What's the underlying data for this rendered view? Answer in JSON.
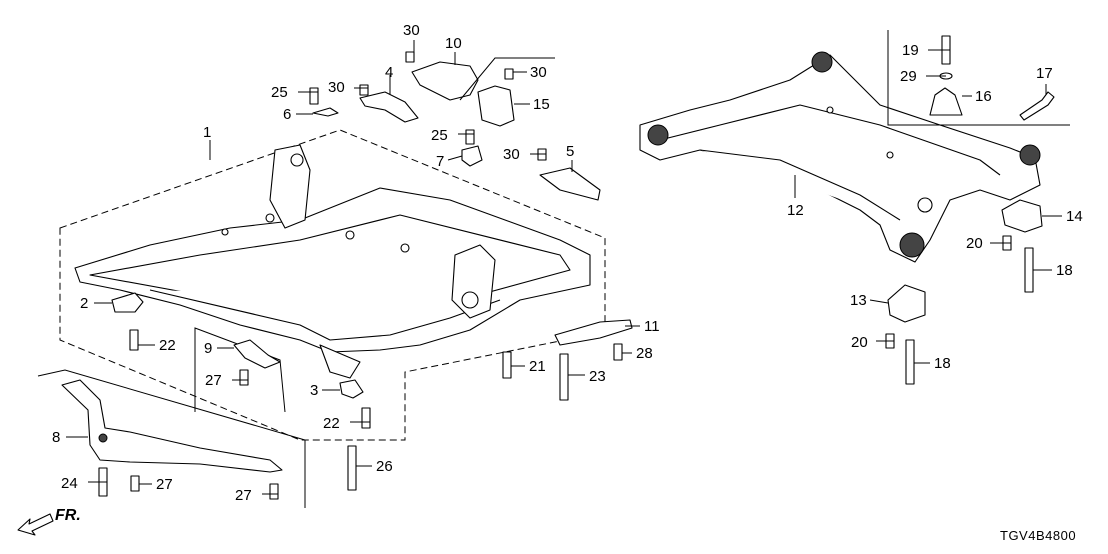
{
  "diagram_code": "TGV4B4800",
  "direction_label": "FR.",
  "callouts": {
    "c1": "1",
    "c2": "2",
    "c3": "3",
    "c4": "4",
    "c5": "5",
    "c6": "6",
    "c7": "7",
    "c8": "8",
    "c9": "9",
    "c10": "10",
    "c11": "11",
    "c12": "12",
    "c13": "13",
    "c14": "14",
    "c15": "15",
    "c16": "16",
    "c17": "17",
    "c18a": "18",
    "c18b": "18",
    "c19": "19",
    "c20a": "20",
    "c20b": "20",
    "c21": "21",
    "c22a": "22",
    "c22b": "22",
    "c23": "23",
    "c24": "24",
    "c25a": "25",
    "c25b": "25",
    "c26": "26",
    "c27a": "27",
    "c27b": "27",
    "c27c": "27",
    "c28": "28",
    "c29": "29",
    "c30a": "30",
    "c30b": "30",
    "c30c": "30",
    "c30d": "30"
  }
}
